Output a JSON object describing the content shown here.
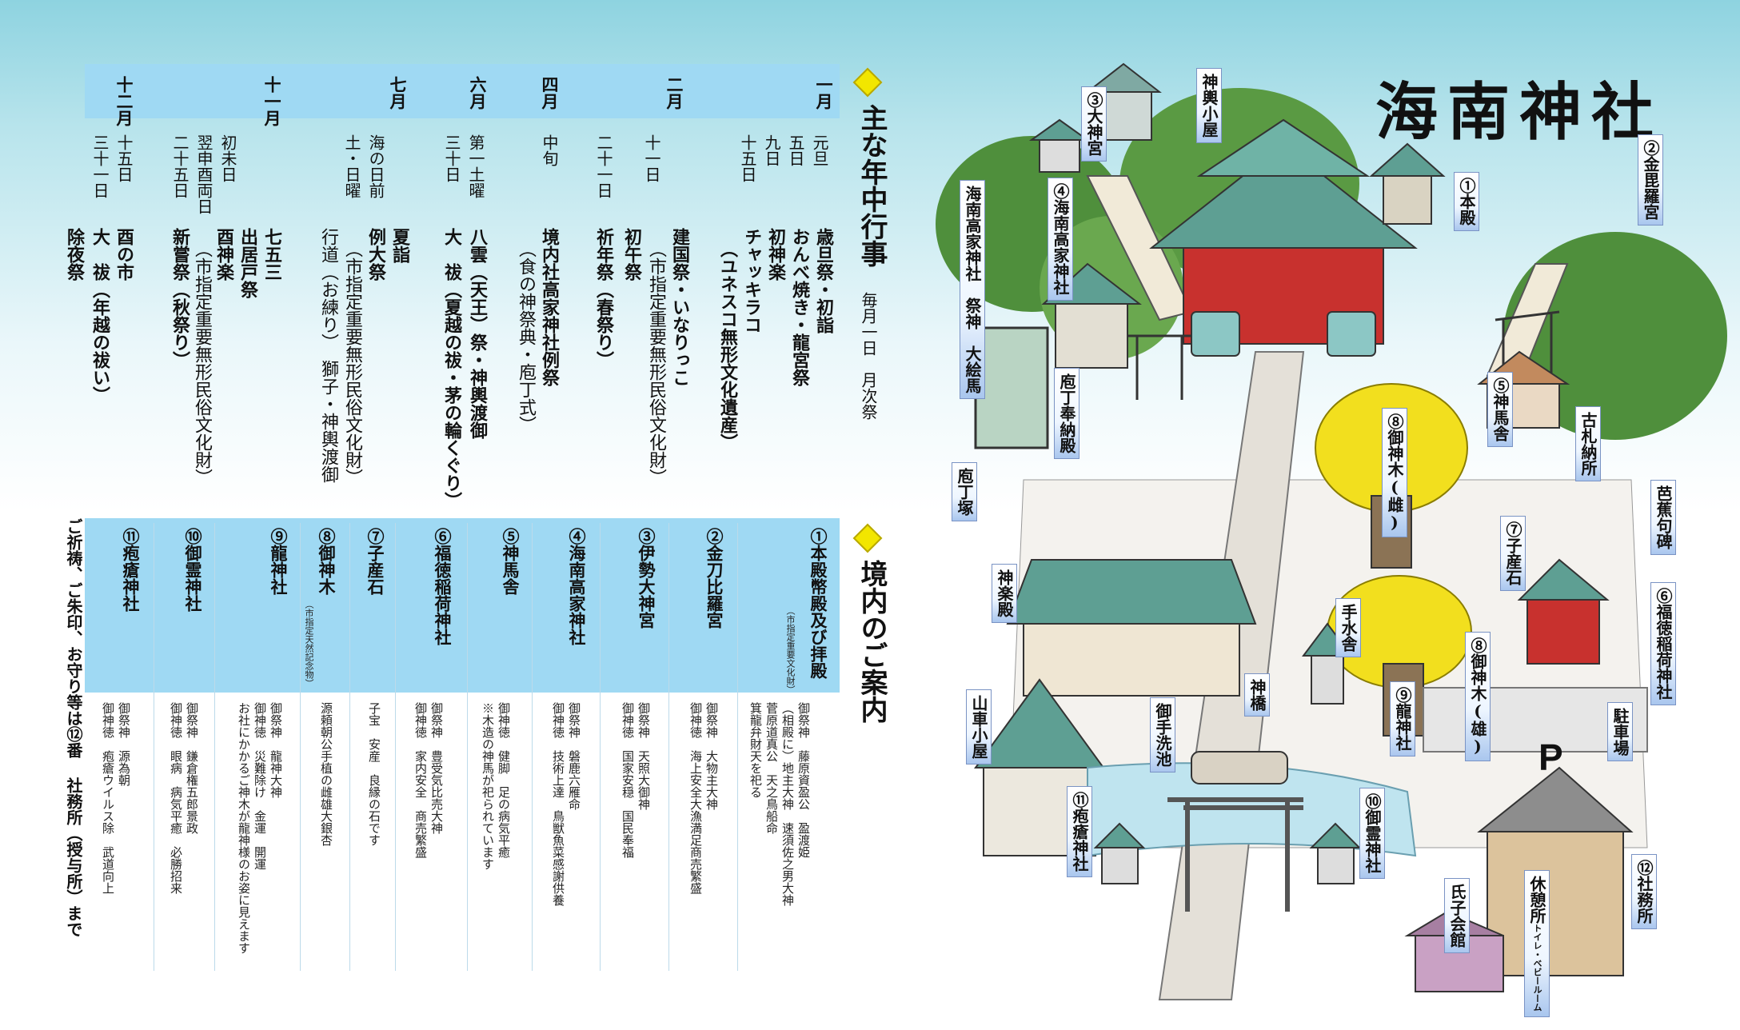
{
  "title": "海南神社",
  "events": {
    "heading": "主な年中行事",
    "monthly": "毎月一日　月次祭",
    "months": [
      "一月",
      "二月",
      "四月",
      "六月",
      "七月",
      "十一月",
      "十二月"
    ],
    "dates": {
      "jan": "元旦\n五日\n九日\n十五日",
      "feb": "十一日\n\n二十一日",
      "apr": "中旬",
      "jun": "第一土曜\n三十日",
      "jul": "海の日前\n土・日曜",
      "nov": "初未日\n翌申酉両日\n二十五日",
      "dec": "十五日\n三十一日"
    },
    "items": [
      "歳旦祭・初詣",
      "おんべ焼き・龍宮祭",
      "初神楽",
      "チャッキラコ",
      "（ユネスコ無形文化遺産）",
      "建国祭・いなりっこ",
      "（市指定重要無形民俗文化財）",
      "初午祭",
      "祈年祭（春祭り）",
      "境内社高家神社例祭",
      "（食の神祭典・庖丁式）",
      "八雲（天王）祭・神輿渡御",
      "大　祓（夏越の祓・茅の輪くぐり）",
      "夏詣",
      "例大祭",
      "（市指定重要無形民俗文化財）",
      "行道（お練り）　獅子・神輿渡御",
      "七五三",
      "出居戸祭",
      "酉神楽",
      "（市指定重要無形民俗文化財）",
      "新嘗祭（秋祭り）",
      "酉の市",
      "大　祓（年越の祓い）",
      "除夜祭"
    ]
  },
  "guide": {
    "heading": "境内のご案内",
    "footer": "ご祈祷、ご朱印、お守り等は⑫番 社務所（授与所）まで",
    "columns": [
      {
        "num": "①",
        "name": "本殿幣殿及び拝殿",
        "sub": "（市指定重要文化財）",
        "desc": "御祭神　藤原資盈公　盈渡姫\n（相殿に）地主大神　速須佐之男大神\n菅原道真公　天之鳥船命\n箕龍弁財天を祀る"
      },
      {
        "num": "②",
        "name": "金刀比羅宮",
        "desc": "御祭神　大物主大神\n御神徳　海上安全大漁満足商売繁盛"
      },
      {
        "num": "③",
        "name": "伊勢大神宮",
        "desc": "御祭神　天照大御神\n御神徳　国家安穏　国民奉福"
      },
      {
        "num": "④",
        "name": "海南高家神社",
        "desc": "御祭神　磐鹿六雁命\n御神徳　技術上達　鳥獣魚菜感謝供養"
      },
      {
        "num": "⑤",
        "name": "神馬舎",
        "desc": "御神徳　健脚　足の病気平癒\n※木造の神馬が祀られています"
      },
      {
        "num": "⑥",
        "name": "福徳稲荷神社",
        "desc": "御祭神　豊受気比売大神\n御神徳　家内安全　商売繁盛"
      },
      {
        "num": "⑦",
        "name": "子産石",
        "desc": "子宝　安産　良縁の石です"
      },
      {
        "num": "⑧",
        "name": "御神木",
        "sub": "（市指定天然記念物）",
        "desc": "源頼朝公手植の雌雄大銀杏"
      },
      {
        "num": "⑨",
        "name": "龍神社",
        "desc": "御祭神　龍神大神\n御神徳　災難除け　金運　開運\nお社にかかるご神木が龍神様のお姿に見えます"
      },
      {
        "num": "⑩",
        "name": "御霊神社",
        "desc": "御祭神　鎌倉権五郎景政\n御神徳　眼病　病気平癒　必勝招来"
      },
      {
        "num": "⑪",
        "name": "疱瘡神社",
        "desc": "御祭神　源為朝\n御神徳　疱瘡ウイルス除　武道向上"
      }
    ]
  },
  "map_labels": {
    "honden": "①本殿",
    "konpira": "②金毘羅宮",
    "daijingu": "③大神宮",
    "takabe": "④海南高家神社",
    "shinme": "⑤神馬舎",
    "fukutoku": "⑥福徳稲荷神社",
    "koumi": "⑦子産石",
    "goshinboku_m": "⑧御神木(雌)",
    "goshinboku_o": "⑧御神木(雄)",
    "ryujin": "⑨龍神社",
    "goryo": "⑩御霊神社",
    "hoso": "⑪疱瘡神社",
    "shamusho": "⑫社務所",
    "mikoshi": "神輿小屋",
    "takabe_ema": "海南高家神社　祭神　大絵馬",
    "hocho_hono": "庖丁奉納殿",
    "hocho_zuka": "庖丁塚",
    "kagura": "神楽殿",
    "dashi": "山車小屋",
    "temizu": "手水舎",
    "mitarashi": "御手洗池",
    "shinkyo": "神橋",
    "kofuda": "古札納所",
    "basho": "芭蕉句碑",
    "parking": "駐車場",
    "parking_mark": "P",
    "kyukei": "休憩所",
    "kyukei_sub": "トイレ・ベビールーム",
    "ujiko": "氏子会館"
  },
  "colors": {
    "band": "#9fd9f3",
    "roof": "#5e9f93",
    "shrine_red": "#c8312e",
    "ginkgo": "#f2df1e",
    "tree_green": "#4f8f3c"
  }
}
